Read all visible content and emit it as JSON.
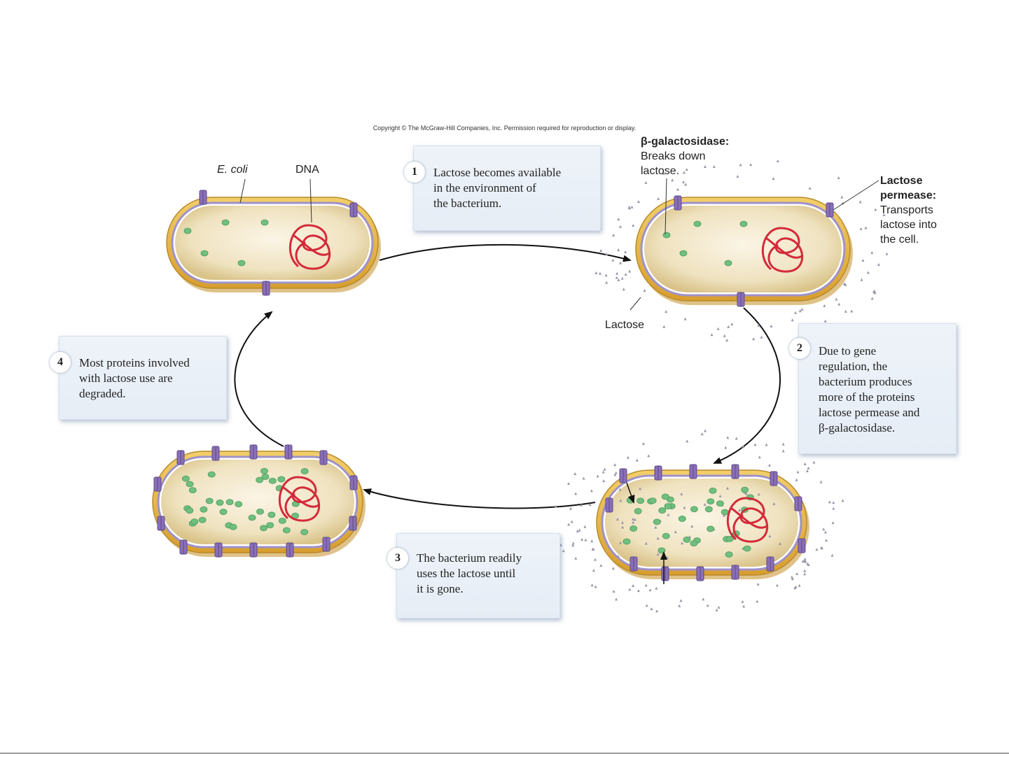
{
  "copyright": "Copyright © The McGraw-Hill Companies, Inc. Permission required for reproduction or display.",
  "labels": {
    "ecoli": "E. coli",
    "dna": "DNA",
    "bgal_title": "β-galactosidase:",
    "bgal_line1": "Breaks down",
    "bgal_line2": "lactose.",
    "permease_title1": "Lactose",
    "permease_title2": "permease:",
    "permease_line1": "Transports",
    "permease_line2": "lactose into",
    "permease_line3": "the cell.",
    "lactose": "Lactose"
  },
  "steps": [
    {
      "num": "1",
      "lines": [
        "Lactose becomes available",
        "in the environment of",
        "the bacterium."
      ]
    },
    {
      "num": "2",
      "lines": [
        "Due to gene",
        "regulation, the",
        "bacterium produces",
        "more of the proteins",
        "lactose permease and",
        "β-galactosidase."
      ]
    },
    {
      "num": "3",
      "lines": [
        "The bacterium readily",
        "uses the lactose until",
        "it is gone."
      ]
    },
    {
      "num": "4",
      "lines": [
        "Most proteins involved",
        "with lactose use are",
        "degraded."
      ]
    }
  ],
  "colors": {
    "cell_wall": "#e8b84a",
    "cytoplasm": "#efe3c2",
    "membrane": "#9f92c9",
    "permease": "#8a6fb8",
    "enzyme": "#6fbf7f",
    "dna": "#d42a3a",
    "lactose": "#9a96a8"
  }
}
